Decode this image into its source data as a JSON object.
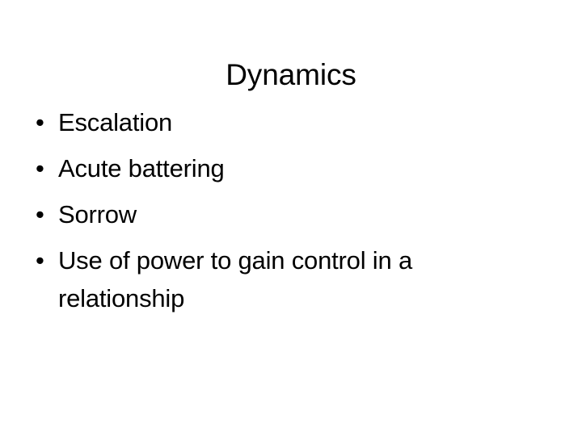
{
  "slide": {
    "title": "Dynamics",
    "background_color": "#FFFFFF",
    "text_color": "#000000",
    "bullet_marker": "•",
    "bullets": [
      {
        "text": "Escalation"
      },
      {
        "text": "Acute battering"
      },
      {
        "text": "Sorrow"
      },
      {
        "text": "Use of power to gain control in a relationship"
      }
    ]
  }
}
